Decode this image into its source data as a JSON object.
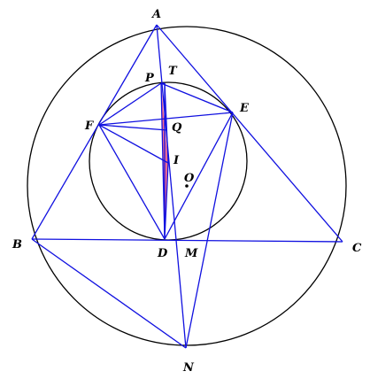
{
  "figure": {
    "colors": {
      "lines": "#1010e0",
      "circles": "#000000",
      "highlight": "#ff6e8c",
      "labels": "#000000"
    },
    "labels": {
      "A": "A",
      "B": "B",
      "C": "C",
      "D": "D",
      "E": "E",
      "F": "F",
      "I": "I",
      "M": "M",
      "N": "N",
      "O": "O",
      "P": "P",
      "Q": "Q",
      "T": "T"
    }
  }
}
